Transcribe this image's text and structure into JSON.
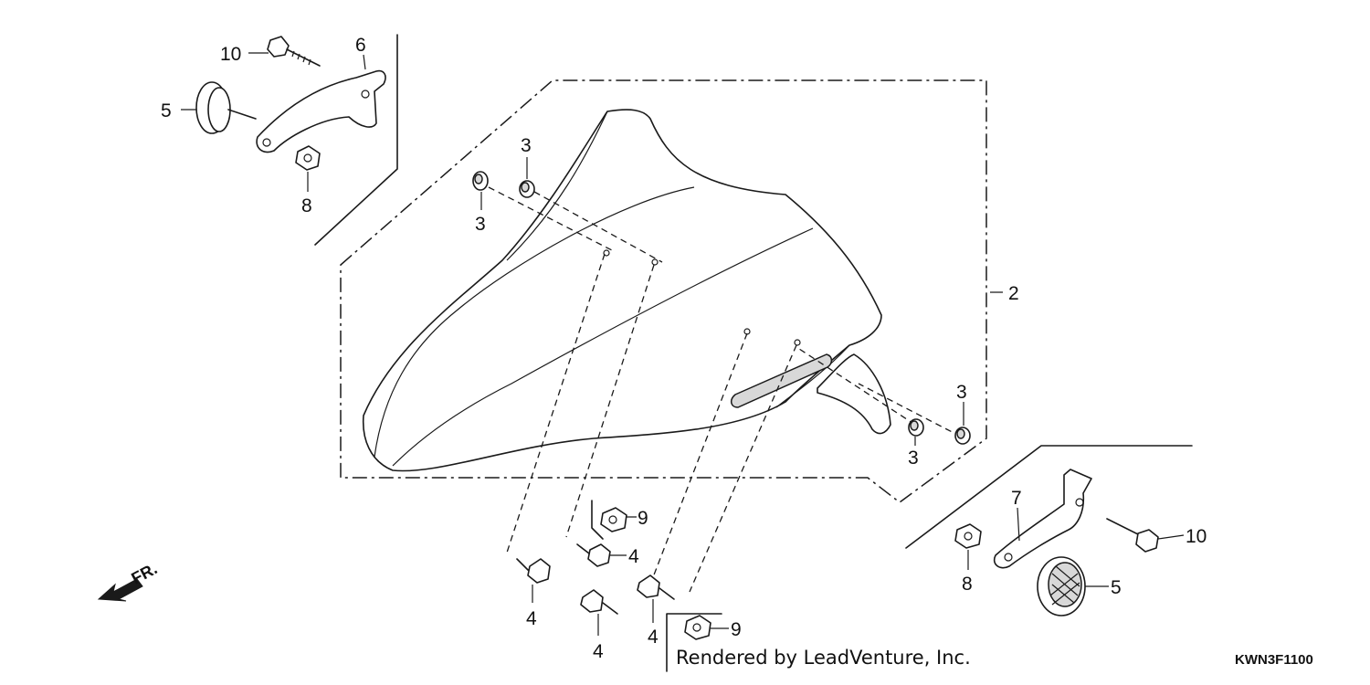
{
  "diagram": {
    "callouts": {
      "c10a": "10",
      "c6": "6",
      "c5a": "5",
      "c8a": "8",
      "c3a": "3",
      "c3b": "3",
      "c3c": "3",
      "c3d": "3",
      "c2": "2",
      "c9a": "9",
      "c9b": "9",
      "c4a": "4",
      "c4b": "4",
      "c4c": "4",
      "c4d": "4",
      "c7": "7",
      "c8b": "8",
      "c10b": "10",
      "c5b": "5"
    },
    "front_label": "FR.",
    "credit": "Rendered by LeadVenture, Inc.",
    "code": "KWN3F1100"
  }
}
